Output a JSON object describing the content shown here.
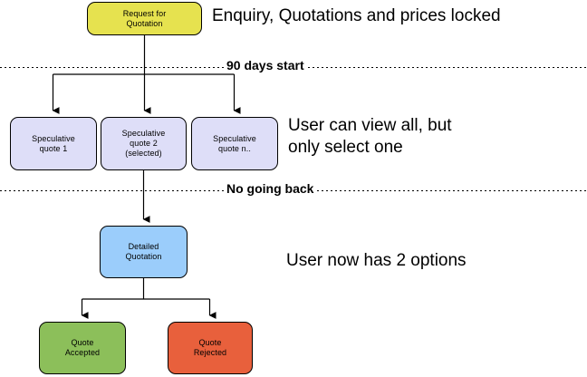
{
  "diagram": {
    "title_note": "Enquiry, Quotations and prices locked",
    "nodes": {
      "rfq": {
        "label": "Request for\nQuotation",
        "color": "#E6E24F"
      },
      "spec1": {
        "label": "Speculative\nquote 1",
        "color": "#DEDEF8"
      },
      "spec2": {
        "label": "Speculative\nquote 2\n(selected)",
        "color": "#DEDEF8"
      },
      "specn": {
        "label": "Speculative\nquote n..",
        "color": "#DEDEF8"
      },
      "detailed": {
        "label": "Detailed\nQuotation",
        "color": "#9BCDFB"
      },
      "accepted": {
        "label": "Quote\nAccepted",
        "color": "#8CBF5A"
      },
      "rejected": {
        "label": "Quote\nRejected",
        "color": "#E8603C"
      }
    },
    "dividers": [
      {
        "label": "90 days start"
      },
      {
        "label": "No going back"
      }
    ],
    "notes": [
      {
        "text": "Enquiry, Quotations and prices locked"
      },
      {
        "text": "User can view all, but\nonly select one"
      },
      {
        "text": "User now has 2 options"
      }
    ]
  }
}
